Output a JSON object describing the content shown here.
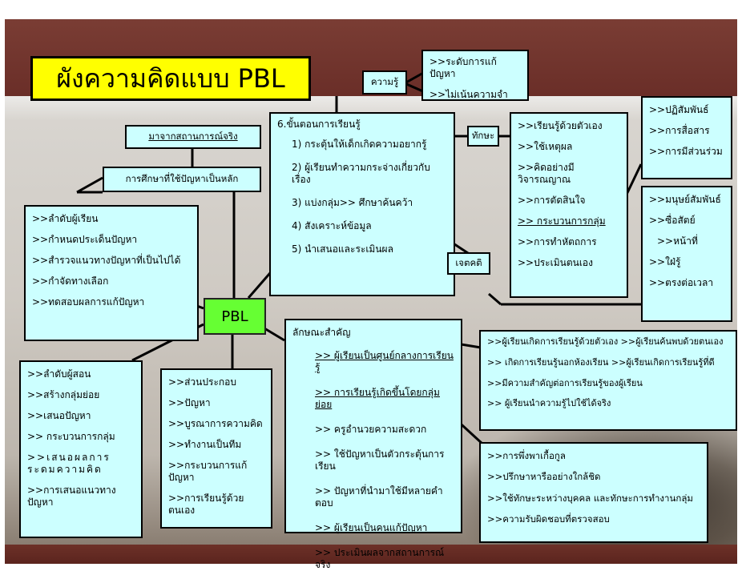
{
  "title": "ผังความคิดแบบ PBL",
  "center": "PBL",
  "knowledge": {
    "label": "ความรู้",
    "items": [
      ">>ระดับการแก้ปัญหา",
      ">>ไม่เน้นความจำ"
    ]
  },
  "skills": {
    "label": "ทักษะ",
    "items": [
      ">>เรียนรู้ด้วยตัวเอง",
      ">>ใช้เหตุผล",
      ">>คิดอย่างมีวิจารณญาณ",
      ">>การตัดสินใจ",
      ">> กระบวนการกลุ่ม",
      ">>การทำหัตถการ",
      ">>ประเมินตนเอง"
    ]
  },
  "group_process": {
    "items": [
      ">>ปฏิสัมพันธ์",
      ">>การสื่อสาร",
      ">>การมีส่วนร่วม"
    ]
  },
  "attitude": {
    "label": "เจตคติ",
    "items": [
      ">>มนุษย์สัมพันธ์",
      ">>ซื่อสัตย์",
      ">>หน้าที่",
      ">>ใฝ่รู้",
      ">>ตรงต่อเวลา"
    ]
  },
  "steps": {
    "heading": "6.ขั้นตอนการเรียนรู้",
    "items": [
      "1) กระตุ้นให้เด็กเกิดความอยากรู้",
      "2)   ผู้เรียนทำความกระจ่างเกี่ยวกับเรื่อง",
      "3) แบ่งกลุ่ม>> ศึกษาค้นคว้า",
      "4) สังเคราะห์ข้อมูล",
      "5) นำเสนอและระเมินผล"
    ]
  },
  "real_situation": "มาจากสถานการณ์จริง",
  "problem_based": "การศึกษาที่ใช้ปัญหาเป็นหลัก",
  "learner_order": {
    "items": [
      ">>ลำดับผู้เรียน",
      ">>กำหนดประเด็นปัญหา",
      ">>สำรวจแนวทางปัญหาที่เป็นไปได้",
      ">>กำจัดทางเลือก",
      ">>ทดสอบผลการแก้ปัญหา"
    ]
  },
  "teacher_order": {
    "items": [
      ">>ลำดับผู้สอน",
      ">>สร้างกลุ่มย่อย",
      ">>เสนอปัญหา",
      ">> กระบวนการกลุ่ม",
      ">>เสนอผลการระดมความคิด",
      ">>การเสนอแนวทางปัญหา"
    ]
  },
  "components": {
    "items": [
      ">>ส่วนประกอบ",
      ">>ปัญหา",
      ">>บูรณาการความคิด",
      ">>ทำงานเป็นทีม",
      ">>กระบวนการแก้ปัญหา",
      ">>การเรียนรู้ด้วยตนเอง"
    ]
  },
  "features": {
    "heading": "ลักษณะสำคัญ",
    "items": [
      ">> ผู้เรียนเป็นศูนย์กลางการเรียนรู้",
      ">> การเรียนรู้เกิดขึ้นโดยกลุ่มย่อย",
      ">> ครูอำนวยความสะดวก",
      ">> ใช้ปัญหาเป็นตัวกระตุ้นการเรียน",
      ">> ปัญหาที่นำมาใช้มีหลายคำตอบ",
      ">> ผู้เรียนเป็นคนแก้ปัญหา",
      ">> ประเมินผลจากสถานการณ์จริง"
    ]
  },
  "learner_center": {
    "items": [
      ">>ผู้เรียนเกิดการเรียนรู้ด้วยตัวเอง >>ผู้เรียนค้นพบด้วยตนเอง",
      ">> เกิดการเรียนรู้นอกห้องเรียน    >>ผู้เรียนเกิดการเรียนรู้ที่ดี",
      ">>มีความสำคัญต่อการเรียนรู้ของผู้เรียน",
      ">> ผู้เรียนนำความรู้ไปใช้ได้จริง"
    ]
  },
  "small_group": {
    "items": [
      ">>การพึ่งพาเกื้อกูล",
      ">>ปรึกษาหารืออย่างใกล้ชิด",
      ">>ใช้ทักษะระหว่างบุคคล และทักษะการทำงานกลุ่ม",
      ">>ความรับผิดชอบที่ตรวจสอบ"
    ]
  }
}
